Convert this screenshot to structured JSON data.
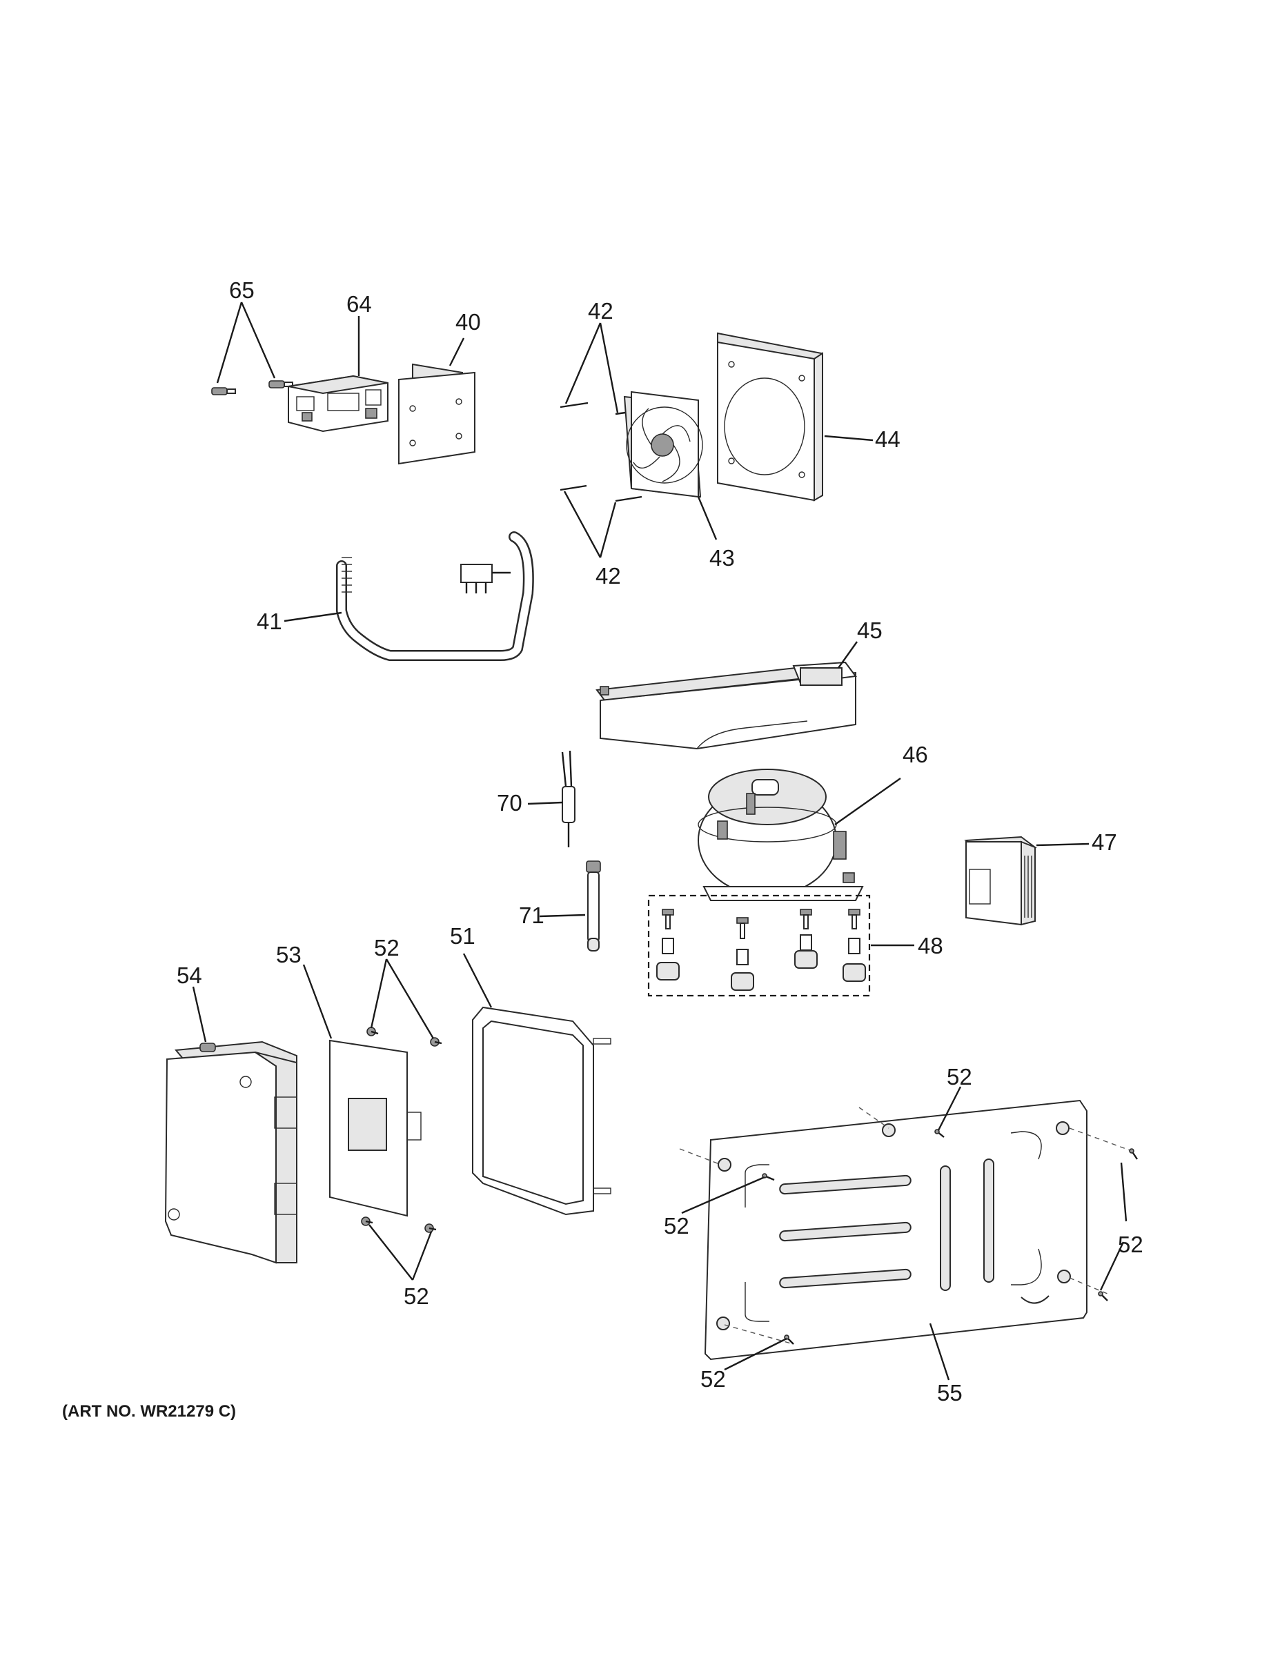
{
  "art_number": "(ART NO. WR21279 C)",
  "callouts": {
    "c65": "65",
    "c64": "64",
    "c40": "40",
    "c42a": "42",
    "c42b": "42",
    "c44": "44",
    "c43": "43",
    "c41": "41",
    "c45": "45",
    "c46": "46",
    "c70": "70",
    "c47": "47",
    "c71": "71",
    "c48": "48",
    "c51": "51",
    "c52a": "52",
    "c53": "53",
    "c54": "54",
    "c52b": "52",
    "c52c": "52",
    "c52d": "52",
    "c52e": "52",
    "c52f": "52",
    "c55": "55"
  }
}
